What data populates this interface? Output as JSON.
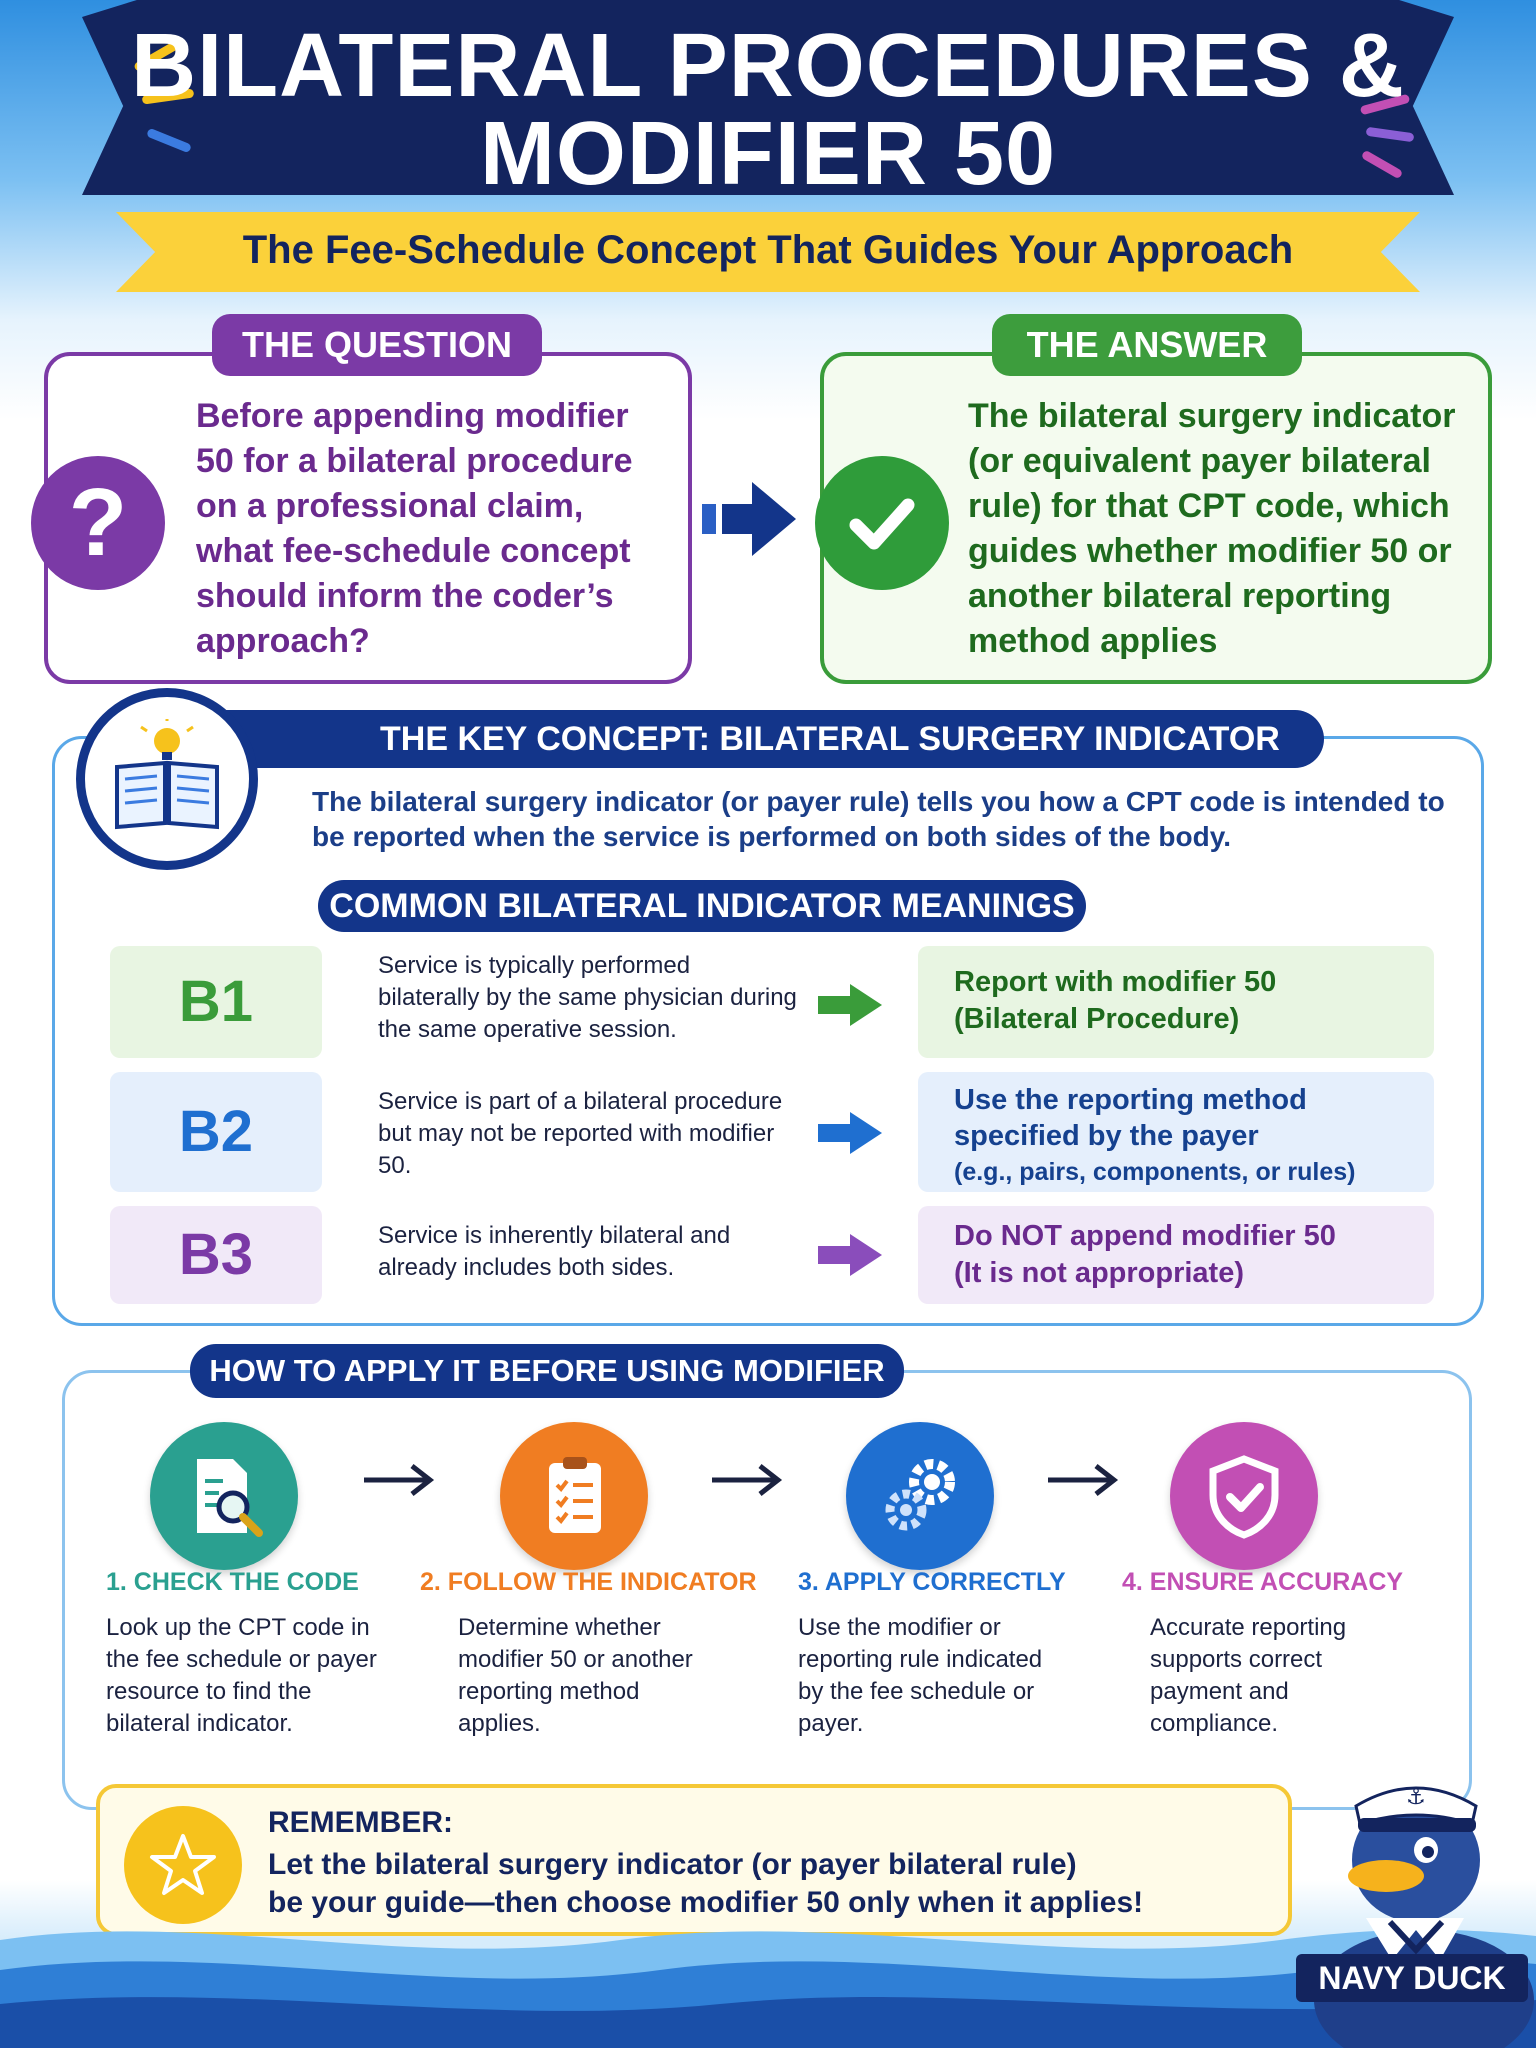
{
  "header": {
    "title_line1": "BILATERAL PROCEDURES &",
    "title_line2": "MODIFIER 50",
    "subtitle": "The Fee-Schedule Concept That Guides Your Approach"
  },
  "question": {
    "label": "THE QUESTION",
    "icon_glyph": "?",
    "text": "Before appending modifier 50 for a bilateral procedure on a professional claim, what fee-schedule concept should inform the coder’s approach?"
  },
  "answer": {
    "label": "THE ANSWER",
    "text": "The bilateral surgery indicator (or equivalent payer bilateral rule) for that CPT code, which guides whether modifier 50 or another bilateral reporting method applies"
  },
  "key_concept": {
    "title": "THE KEY CONCEPT: BILATERAL SURGERY INDICATOR",
    "description": "The bilateral surgery indicator (or payer rule) tells you how a CPT code is intended to be reported when the service is performed on both sides of the body.",
    "meanings_title": "COMMON BILATERAL INDICATOR MEANINGS",
    "rows": [
      {
        "code": "B1",
        "description": "Service is typically performed bilaterally by the same physician during the same operative session.",
        "result_line1": "Report with modifier 50",
        "result_line2": "(Bilateral Procedure)",
        "result_line3": ""
      },
      {
        "code": "B2",
        "description": "Service is part of a bilateral procedure but may not be reported with modifier 50.",
        "result_line1": "Use the reporting method",
        "result_line2": "specified by the payer",
        "result_line3": "(e.g., pairs, components, or rules)"
      },
      {
        "code": "B3",
        "description": "Service is inherently bilateral and already includes both sides.",
        "result_line1": "Do NOT append modifier 50",
        "result_line2": "(It is not appropriate)",
        "result_line3": ""
      }
    ]
  },
  "how_to_apply": {
    "title": "HOW TO APPLY IT BEFORE USING MODIFIER 50",
    "steps": [
      {
        "title": "1. CHECK THE CODE",
        "description": "Look up the CPT code in the fee schedule or payer resource to find the bilateral indicator.",
        "icon": "document-search-icon"
      },
      {
        "title": "2. FOLLOW THE INDICATOR",
        "description": "Determine whether modifier 50 or another reporting method applies.",
        "icon": "clipboard-checklist-icon"
      },
      {
        "title": "3. APPLY CORRECTLY",
        "description": "Use the modifier or reporting rule indicated by the fee schedule or payer.",
        "icon": "gears-icon"
      },
      {
        "title": "4. ENSURE ACCURACY",
        "description": "Accurate reporting supports correct payment and compliance.",
        "icon": "shield-check-icon"
      }
    ]
  },
  "remember": {
    "title": "REMEMBER:",
    "text_line1": "Let the bilateral surgery indicator (or payer bilateral rule)",
    "text_line2": "be your guide—then choose modifier 50 only when it applies!"
  },
  "mascot": {
    "label": "NAVY DUCK"
  },
  "colors": {
    "navy": "#13245e",
    "purple": "#7b3aa6",
    "green": "#3a9c3a",
    "blue": "#1f6fd0",
    "teal": "#2aa090",
    "orange": "#f07d22",
    "magenta": "#c24fb4",
    "yellow": "#fbd13a"
  }
}
